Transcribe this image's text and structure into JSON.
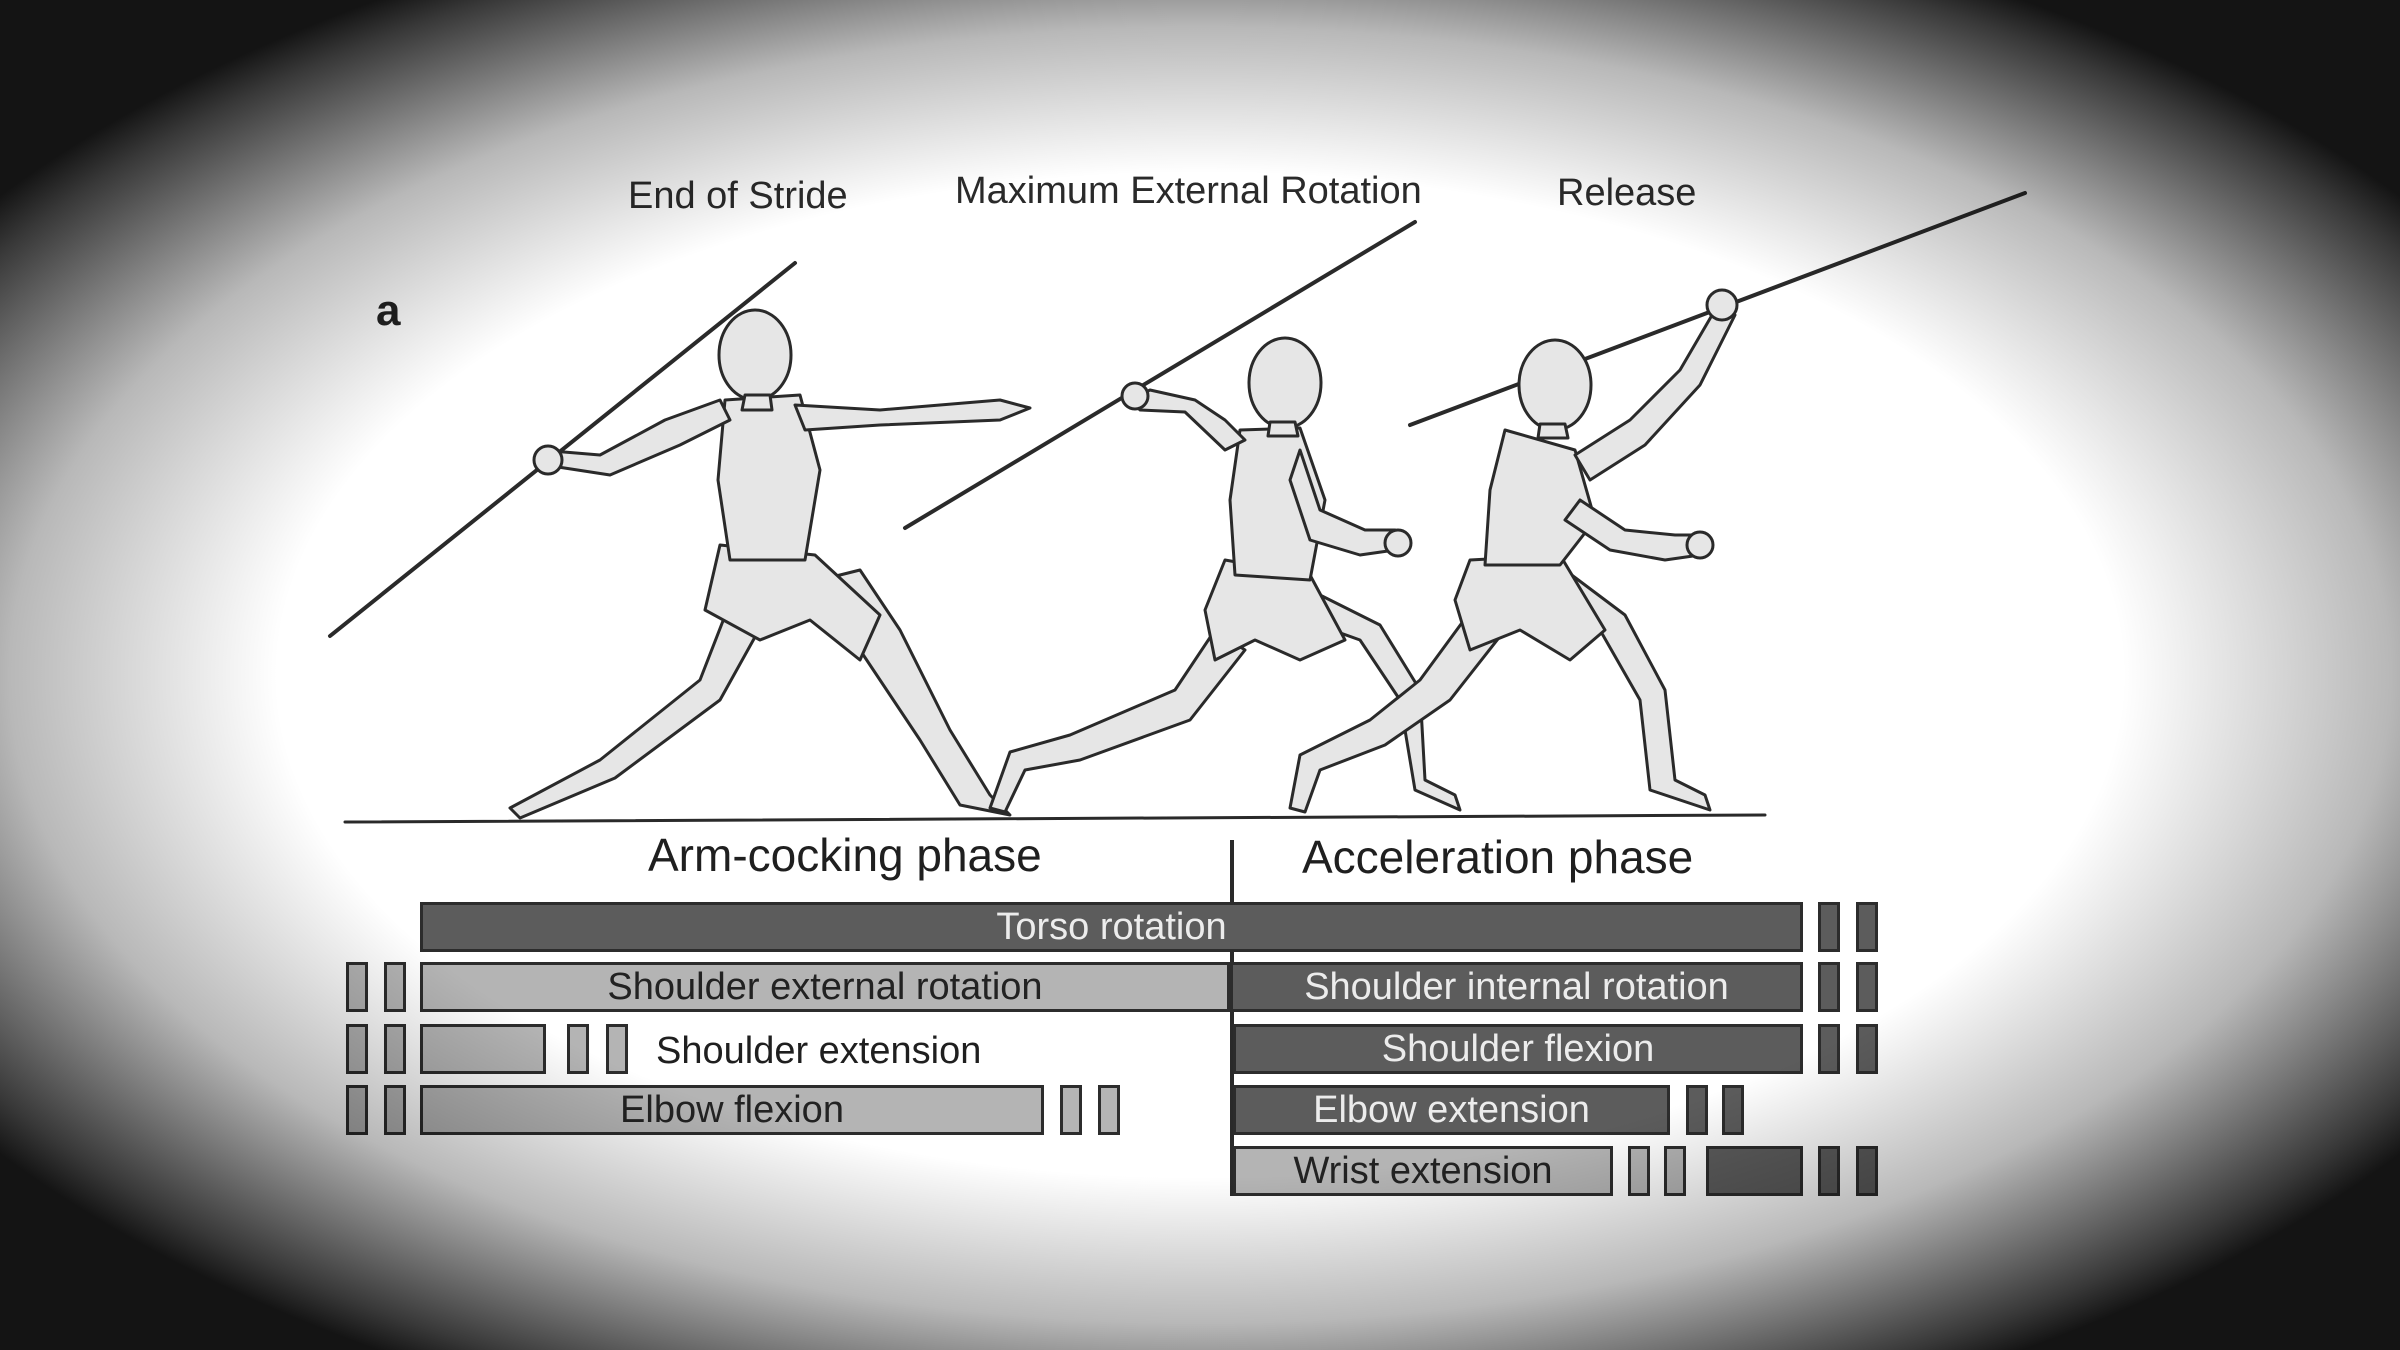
{
  "figure": {
    "panel_letter": "a",
    "stage_labels": [
      "End of Stride",
      "Maximum External Rotation",
      "Release"
    ],
    "phases": {
      "left": "Arm-cocking phase",
      "right": "Acceleration phase"
    },
    "bars": {
      "torso": "Torso rotation",
      "shoulder_ext_rot": "Shoulder external rotation",
      "shoulder_int_rot": "Shoulder internal rotation",
      "shoulder_extension": "Shoulder extension",
      "shoulder_flexion": "Shoulder flexion",
      "elbow_flexion": "Elbow flexion",
      "elbow_extension": "Elbow extension",
      "wrist_extension": "Wrist extension"
    },
    "colors": {
      "dark_bar": "#5c5c5c",
      "light_bar": "#b4b4b4",
      "line": "#2c2c2c"
    }
  }
}
